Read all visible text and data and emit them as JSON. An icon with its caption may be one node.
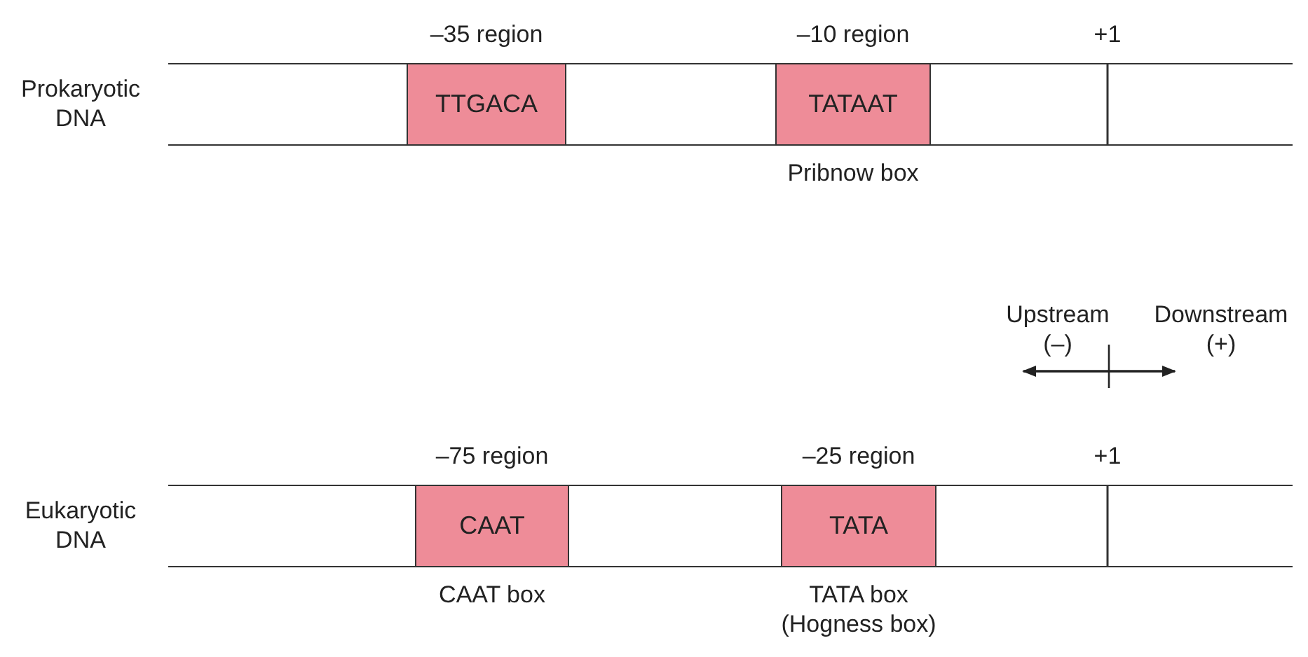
{
  "diagram": {
    "nodes": [
      {
        "text": [
          "Prokaryotic DNA"
        ]
      },
      {
        "text": [
          "TTGACA"
        ],
        "in": 0,
        "beside": [
          "–35 region"
        ]
      },
      {
        "text": [
          "TATAAT"
        ],
        "in": 0,
        "beside": [
          "–10 region",
          "Pribnow box"
        ]
      },
      {
        "text": [
          "Eukaryotic DNA"
        ]
      },
      {
        "text": [
          "CAAT"
        ],
        "in": 3,
        "beside": [
          "–75 region",
          "CAAT box"
        ]
      },
      {
        "text": [
          "TATA"
        ],
        "in": 3,
        "beside": [
          "–25 region",
          "TATA box (Hogness box)"
        ]
      }
    ],
    "edges": [],
    "labels": [
      "+1",
      "Upstream (–)",
      "Downstream (+)",
      "+1"
    ]
  }
}
